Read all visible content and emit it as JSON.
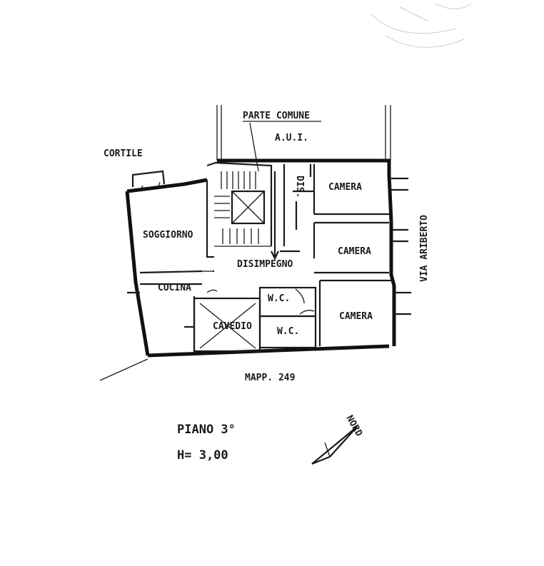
{
  "labels": {
    "parte_comune": "PARTE COMUNE",
    "aui": "A.U.I.",
    "cortile": "CORTILE",
    "dis": "DIS.",
    "camera_1": "CAMERA",
    "camera_2": "CAMERA",
    "camera_3": "CAMERA",
    "soggiorno": "SOGGIORNO",
    "disimpegno": "DISIMPEGNO",
    "cucina": "CUCINA",
    "wc_1": "W.C.",
    "wc_2": "W.C.",
    "cavedio": "CAVEDIO",
    "via_ariberto": "VIA ARIBERTO",
    "mapp": "MAPP. 249",
    "piano": "PIANO 3°",
    "altezza": "H= 3,00",
    "nord": "NORD"
  },
  "colors": {
    "ink": "#1a1a1a",
    "stamp": "#c9cdd6",
    "paper": "#ffffff"
  }
}
